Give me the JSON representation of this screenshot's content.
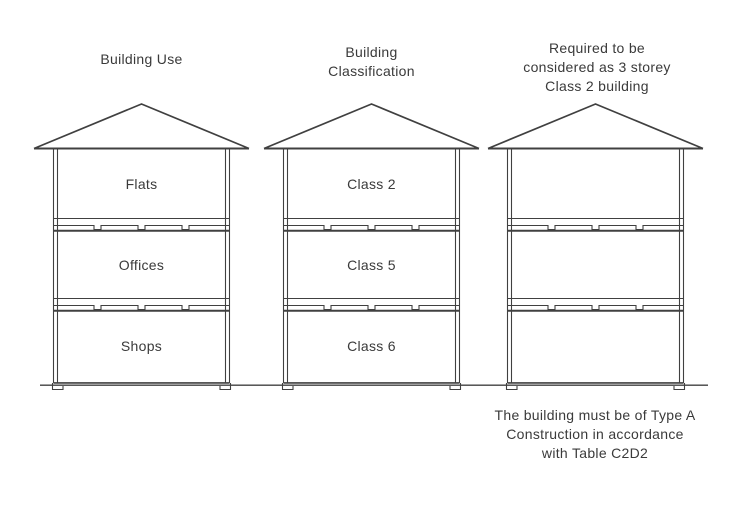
{
  "diagram": {
    "background_color": "#ffffff",
    "line_color": "#404040",
    "text_color": "#3a3a3a"
  },
  "buildings": [
    {
      "title_lines": [
        "Building Use"
      ],
      "floors": [
        "Flats",
        "Offices",
        "Shops"
      ]
    },
    {
      "title_lines": [
        "Building",
        "Classification"
      ],
      "floors": [
        "Class 2",
        "Class 5",
        "Class 6"
      ]
    },
    {
      "title_lines": [
        "Required to be",
        "considered as 3 storey",
        "Class 2 building"
      ],
      "floors": [
        "",
        "",
        ""
      ]
    }
  ],
  "note_lines": [
    "The building must be of Type A",
    "Construction in accordance",
    "with Table C2D2"
  ]
}
